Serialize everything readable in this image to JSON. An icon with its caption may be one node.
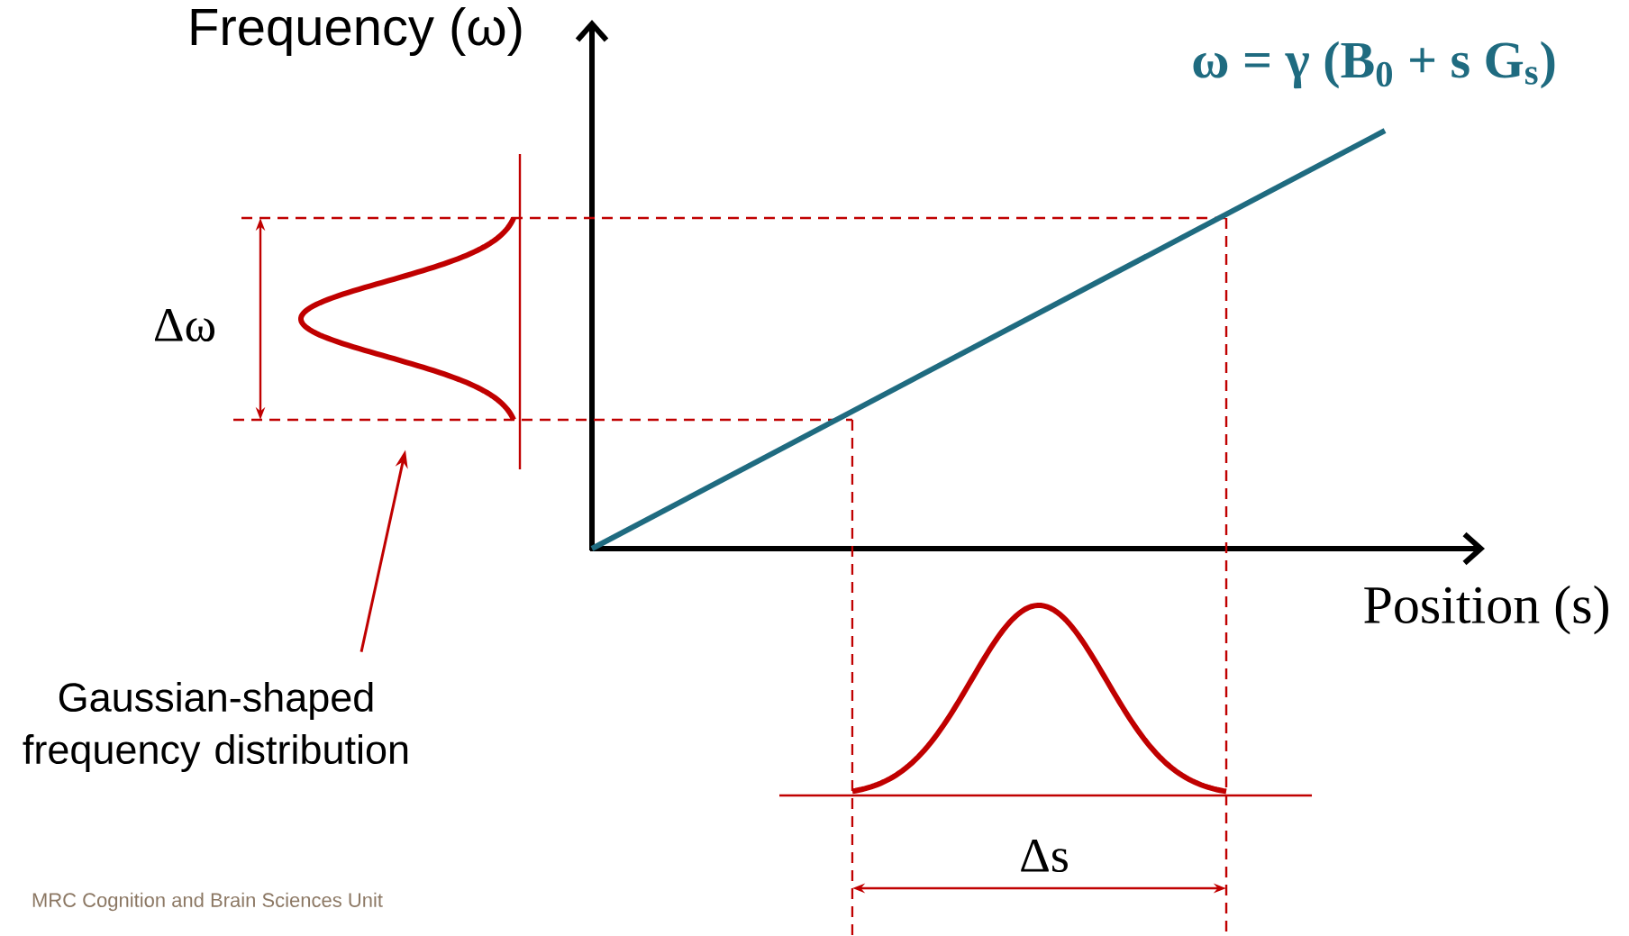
{
  "diagram": {
    "nodes": [
      {
        "text": [
          "Gaussian-shaped frequency distribution"
        ]
      },
      {
        "text": [],
        "shape": "picture"
      }
    ],
    "edges": [
      {
        "from": 0,
        "to": 1,
        "arrow": "to"
      }
    ],
    "labels": [
      "Frequency (ω)",
      "ω = γ (B$_{0}$ + s G$_{s}$)",
      "Δω",
      "Position (s)",
      "Δs",
      "MRC Cognition and Brain Sciences Unit"
    ]
  }
}
